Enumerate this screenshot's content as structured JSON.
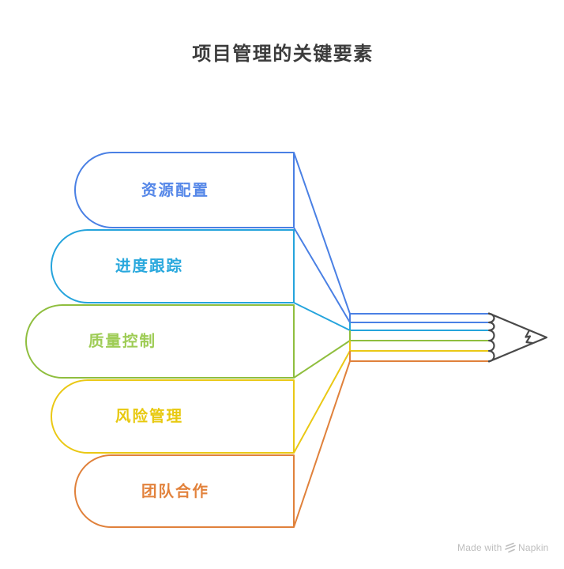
{
  "title": {
    "text": "项目管理的关键要素",
    "color": "#3B3B3B"
  },
  "items": [
    {
      "label": "资源配置",
      "color": "#4A80E4",
      "text_color": "#5587E8"
    },
    {
      "label": "进度跟踪",
      "color": "#25A4DC",
      "text_color": "#29A8DD"
    },
    {
      "label": "质量控制",
      "color": "#8FBE3E",
      "text_color": "#9ECC55"
    },
    {
      "label": "风险管理",
      "color": "#EAC815",
      "text_color": "#E8C90F"
    },
    {
      "label": "团队合作",
      "color": "#E0813B",
      "text_color": "#E2823C"
    }
  ],
  "pencil": {
    "outline_color": "#494949"
  },
  "watermark": {
    "made_with": "Made with",
    "brand": "Napkin",
    "color": "#BDBDBD"
  }
}
